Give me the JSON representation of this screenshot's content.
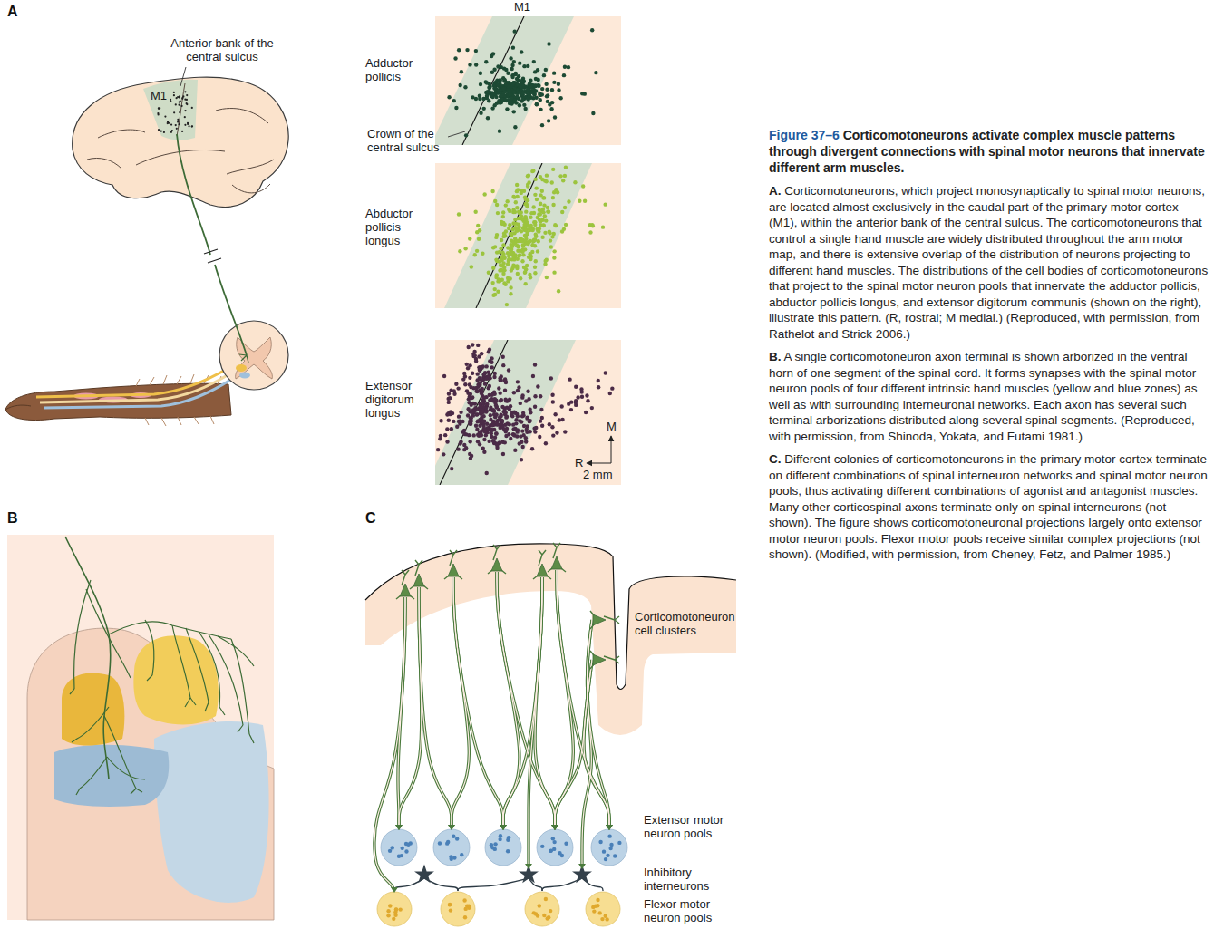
{
  "diagram": {
    "title": "Figure 37–6 Corticomotoneurons activate complex muscle patterns through divergent connections with spinal motor neurons that innervate different arm muscles.",
    "nodes": [
      {
        "text": [
          "Adductor pollicis"
        ]
      },
      {
        "text": [
          "Abductor pollicis longus"
        ]
      },
      {
        "text": [
          "Extensor digitorum longus"
        ]
      }
    ],
    "labels": [
      "A",
      "Anterior bank of the central sulcus",
      "M1",
      "M1",
      "Crown of the central sulcus",
      "M",
      "R",
      "2 mm",
      "B",
      "C",
      "Corticomotoneuron cell clusters",
      "Extensor motor neuron pools",
      "Inhibitory interneurons",
      "Flexor motor neuron pools",
      "A. Corticomotoneurons, which project monosynaptically to spinal motor neurons, are located almost exclusively in the caudal part of the primary motor cortex (M1), within the anterior bank of the central sulcus. The corticomotoneurons that control a single hand muscle are widely distributed throughout the arm motor map, and there is extensive overlap of the distribution of neurons projecting to different hand muscles. The distributions of the cell bodies of corticomotoneurons that project to the spinal motor neuron pools that innervate the adductor pollicis, abductor pollicis longus, and extensor digitorum communis (shown on the right), illustrate this pattern. (R, rostral; M medial.) (Reproduced, with permission, from Rathelot and Strick 2006.)",
      "B. A single corticomotoneuron axon terminal is shown arborized in the ventral horn of one segment of the spinal cord. It forms synapses with the spinal motor neuron pools of four different intrinsic hand muscles (yellow and blue zones) as well as with surrounding interneuronal networks. Each axon has several such terminal arborizations distributed along several spinal segments. (Reproduced, with permission, from Shinoda, Yokata, and Futami 1981.)",
      "C. Different colonies of corticomotoneurons in the primary motor cortex terminate on different combinations of spinal interneuron networks and spinal motor neuron pools, thus activating different combinations of agonist and antagonist muscles. Many other corticospinal axons terminate only on spinal interneurons (not shown). The figure shows corticomotoneuronal projections largely onto extensor motor neuron pools. Flexor motor pools receive similar complex projections (not shown). (Modified, with permission, from Cheney, Fetz, and Palmer 1985.)"
    ]
  }
}
